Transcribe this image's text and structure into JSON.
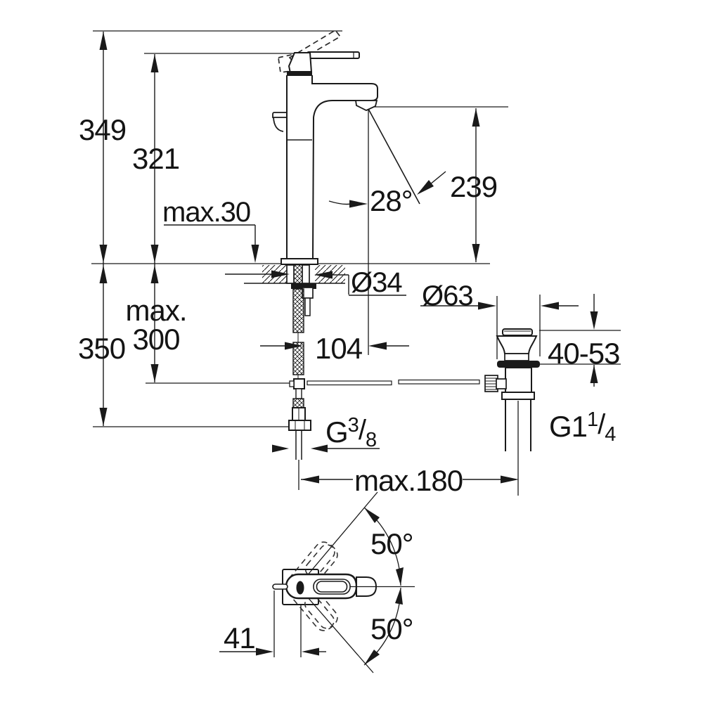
{
  "drawing": {
    "title": "faucet-dimension-drawing",
    "line_color": "#1a1a1a",
    "background": "#ffffff"
  },
  "labels": {
    "total_height": "349",
    "spout_pivot_height": "321",
    "deck_thickness": "max.30",
    "stream_angle": "28°",
    "outlet_height": "239",
    "shank_diameter": "Ø34",
    "drain_flange_diameter": "Ø63",
    "hose_drop_line1": "max.",
    "hose_drop_line2": "300",
    "under_deck_height": "350",
    "spout_reach": "104",
    "drain_deck_range": "40-53",
    "drain_distance": "max.180",
    "swivel_upper": "50°",
    "swivel_lower": "50°",
    "pin_offset": "41",
    "supply_thread": {
      "base": "G",
      "sup": "3",
      "slash": "/",
      "sub": "8"
    },
    "drain_thread": {
      "base": "G1",
      "sup": "1",
      "slash": "/",
      "sub": "4"
    }
  }
}
